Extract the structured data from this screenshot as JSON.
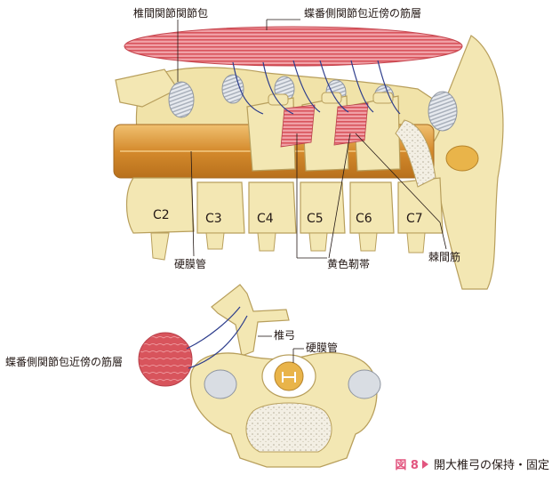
{
  "labels": {
    "facet_capsule": "椎間関節関節包",
    "muscle_layer_top": "蝶番側関節包近傍の筋層",
    "dura_top": "硬膜管",
    "ligamentum_flavum": "黄色靭帯",
    "interspinous_muscle": "棘間筋",
    "lamina": "椎弓",
    "dura_bottom": "硬膜管",
    "muscle_layer_bottom": "蝶番側関節包近傍の筋層"
  },
  "vertebrae": [
    "C2",
    "C3",
    "C4",
    "C5",
    "C6",
    "C7"
  ],
  "caption": {
    "figure_number": "図 8",
    "title": "開大椎弓の保持・固定"
  },
  "colors": {
    "bone": "#f3e7b3",
    "bone_outline": "#b89f5c",
    "dura": "#d69a3c",
    "muscle": "#d8545c",
    "capsule": "#d9dde3",
    "accent": "#e2557f",
    "suture": "#2d3d8c"
  }
}
